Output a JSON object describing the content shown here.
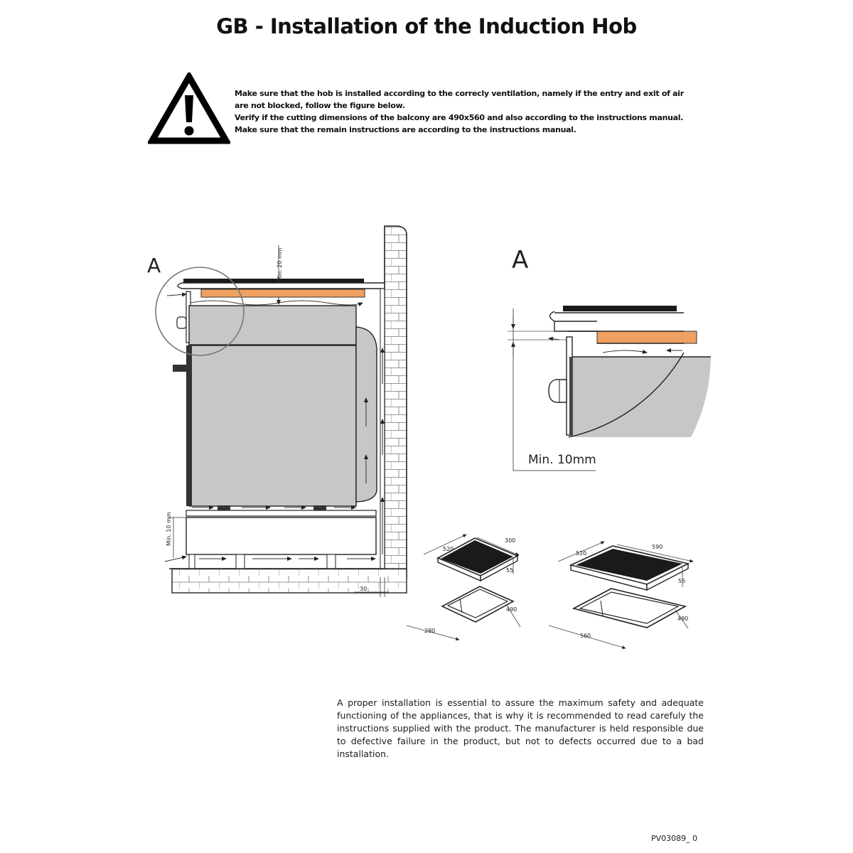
{
  "title": "GB - Installation of the Induction Hob",
  "warning": {
    "icon": "warning-triangle-icon",
    "lines": [
      "Make sure that the hob is installed according to the correcly ventilation, namely if the entry and exit of air",
      "are not blocked, follow the figure below.",
      "Verify if the cutting dimensions of the balcony are 490x560 and also according to the instructions manual.",
      "Make sure that the remain instructions are according to the instructions manual."
    ]
  },
  "figure": {
    "detail_label_left": "A",
    "detail_label_right": "A",
    "min_20": "Min. 20 mm",
    "min_10_vertical": "Min. 10 mm",
    "dim_30": "30",
    "detail_min": "Min. 10mm"
  },
  "small_hob": {
    "depth": "520",
    "width": "300",
    "height": "55",
    "cut_depth": "490",
    "cut_width": "280"
  },
  "large_hob": {
    "depth": "520",
    "width": "590",
    "height": "55",
    "cut_depth": "490",
    "cut_width": "560"
  },
  "note": "A proper installation is essential to assure the maximum safety and adequate functioning of the appliances, that is why it is recommended to read carefuly the instructions supplied with the product. The manufacturer is held responsible due to defective failure in the product, but not to defects occurred due to a bad installation.",
  "code": "PV03089_ 0",
  "colors": {
    "wood": "#f0a060",
    "appliance": "#c7c7c9",
    "line": "#1a1a1a"
  }
}
